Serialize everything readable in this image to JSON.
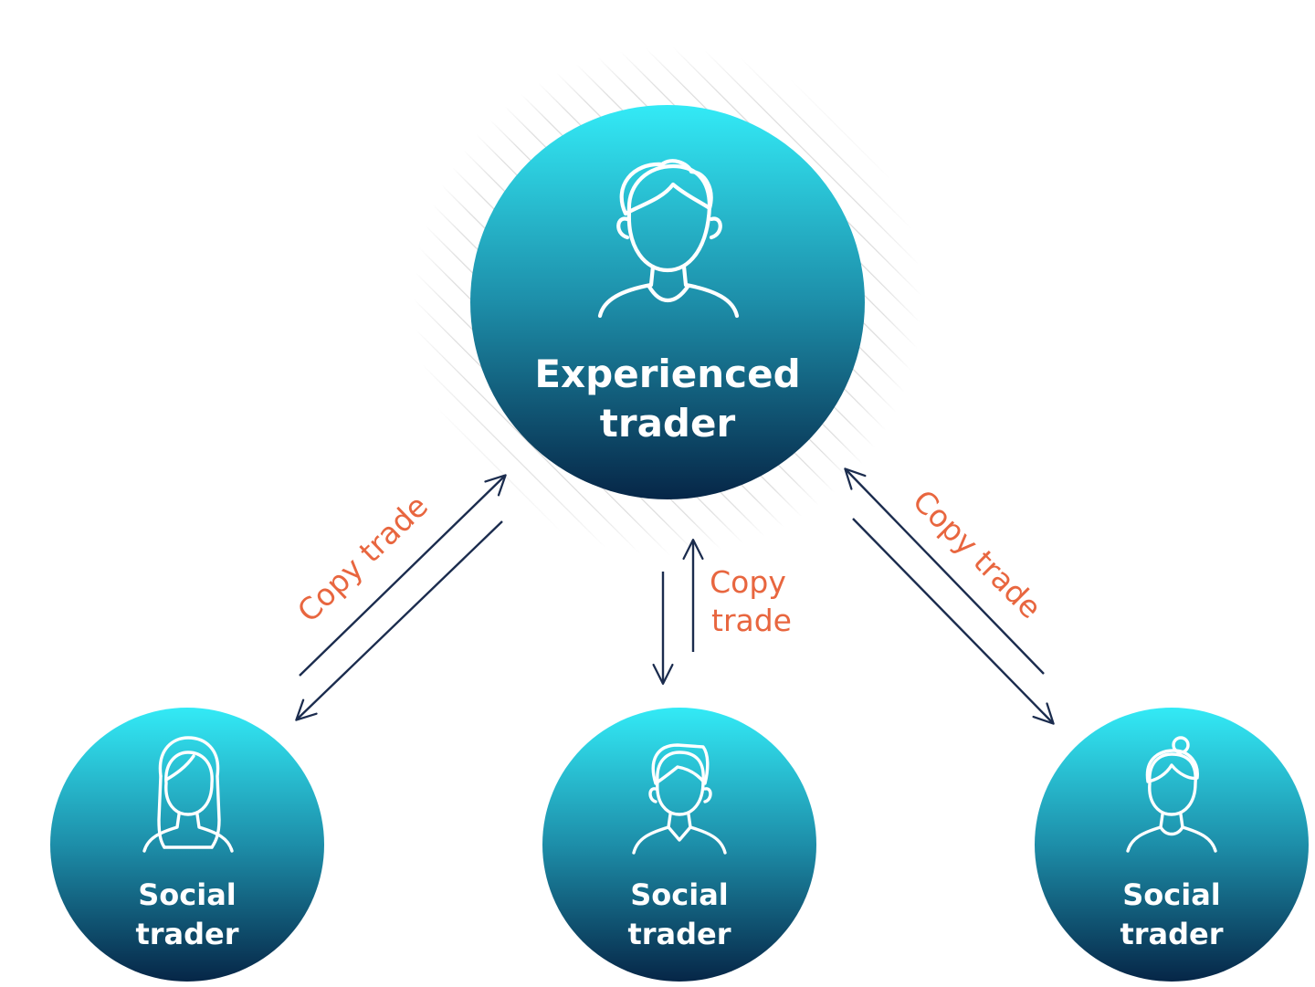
{
  "colors": {
    "node_top": "#33eaf6",
    "node_mid": "#1d8ea9",
    "node_bottom": "#062647",
    "arrow": "#1b2c4e",
    "label": "#e8663f",
    "hatch": "#cfcfcf"
  },
  "center": {
    "line1": "Experienced",
    "line2": "trader",
    "icon": "male-user-icon"
  },
  "nodes": [
    {
      "line1": "Social",
      "line2": "trader",
      "icon": "female-long-hair-user-icon"
    },
    {
      "line1": "Social",
      "line2": "trader",
      "icon": "male-user-icon"
    },
    {
      "line1": "Social",
      "line2": "trader",
      "icon": "female-bun-user-icon"
    }
  ],
  "edges": [
    {
      "label": "Copy trade"
    },
    {
      "label_line1": "Copy",
      "label_line2": "trade"
    },
    {
      "label": "Copy trade"
    }
  ]
}
